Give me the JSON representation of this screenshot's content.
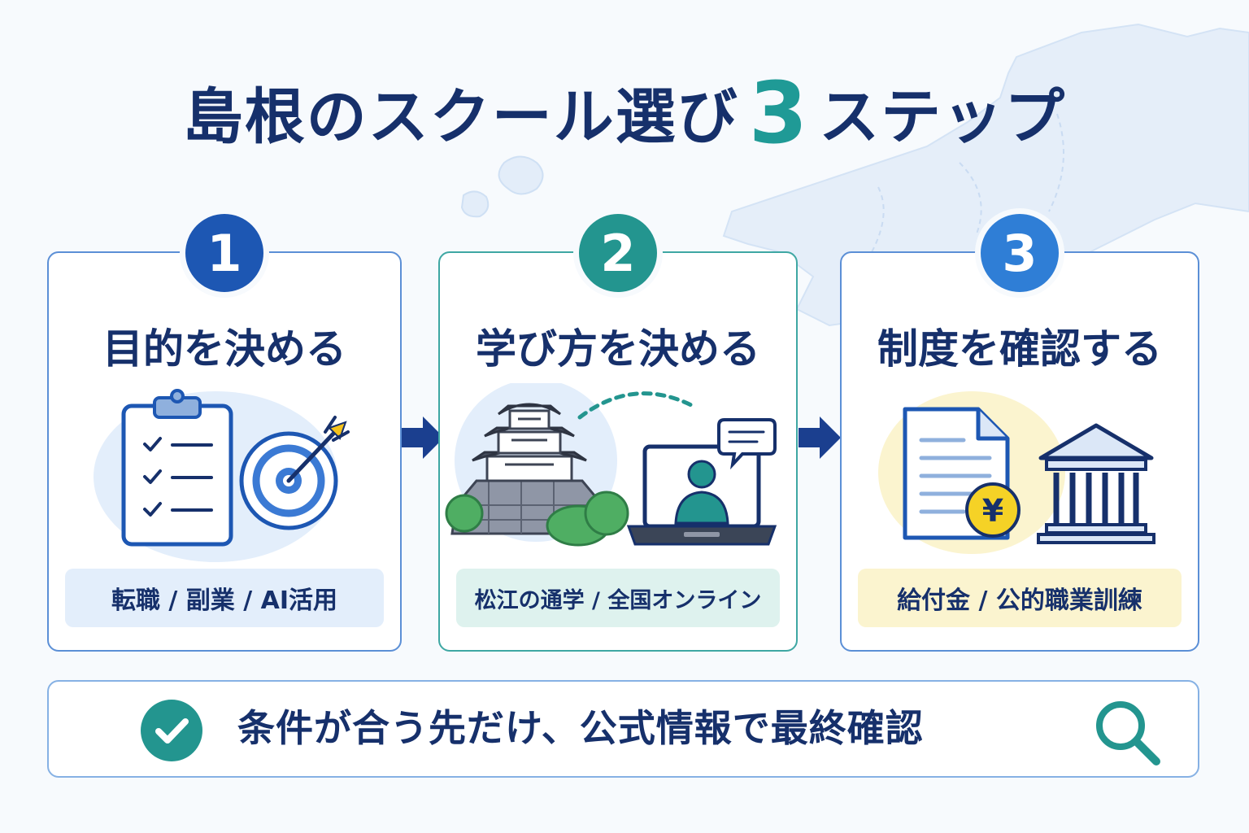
{
  "title": {
    "main": "島根のスクール選び",
    "number": "3",
    "suffix": "ステップ"
  },
  "steps": [
    {
      "number": "1",
      "title": "目的を決める",
      "tag": "転職 / 副業 / AI活用"
    },
    {
      "number": "2",
      "title": "学び方を決める",
      "tag": "松江の通学 / 全国オンライン"
    },
    {
      "number": "3",
      "title": "制度を確認する",
      "tag": "給付金 / 公的職業訓練"
    }
  ],
  "footer": {
    "text": "条件が合う先だけ、公式情報で最終確認"
  },
  "icons": {
    "step1": [
      "clipboard-checklist-icon",
      "target-arrow-icon"
    ],
    "step2": [
      "castle-icon",
      "laptop-video-call-icon"
    ],
    "step3": [
      "document-icon",
      "yen-coin-icon",
      "bank-building-icon"
    ],
    "footer": [
      "check-circle-icon",
      "magnifier-icon"
    ]
  },
  "colors": {
    "navy": "#16306b",
    "blue": "#1d57b3",
    "teal": "#23958f",
    "light_blue": "#2f7ed6",
    "yellow": "#f5d226"
  }
}
